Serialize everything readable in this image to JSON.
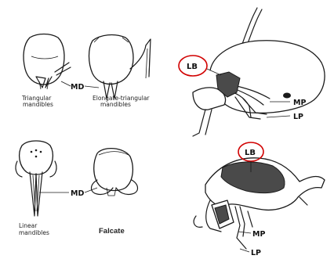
{
  "labels": {
    "md_top": "MD",
    "md_bottom": "MD",
    "lb_top": "LB",
    "lb_bottom": "LB",
    "mp_top": "MP",
    "lp_top": "LP",
    "mp_bottom": "MP",
    "lp_bottom": "LP"
  },
  "captions": {
    "triangular_line1": "Triangular",
    "triangular_line2": "mandibles",
    "elongate_line1": "Elongate-triangular",
    "elongate_line2": "mandibles",
    "linear_line1": "Linear",
    "linear_line2": "mandibles",
    "falcate": "Falcate"
  },
  "colors": {
    "highlight_ring": "#d10000",
    "ink": "#1a1a1a",
    "labium_shading": "#4a4a4a"
  }
}
